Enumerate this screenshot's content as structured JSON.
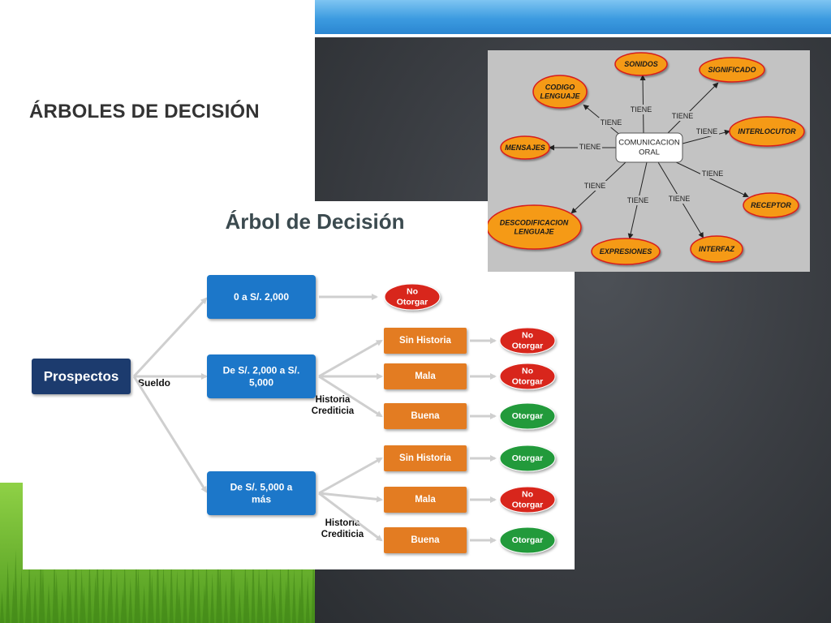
{
  "slide": {
    "title": "ÁRBOLES DE DECISIÓN"
  },
  "decision_tree": {
    "title": "Árbol de Decisión",
    "root": "Prospectos",
    "level1_edge_label": "Sueldo",
    "ranges": [
      [
        "0 a S/. 2,000"
      ],
      [
        "De S/. 2,000 a S/.",
        "5,000"
      ],
      [
        "De S/. 5,000 a",
        "más"
      ]
    ],
    "history_edge_label": [
      "Historia",
      "Crediticia"
    ],
    "history_options": [
      "Sin Historia",
      "Mala",
      "Buena"
    ],
    "outcome_no": [
      "No",
      "Otorgar"
    ],
    "outcome_yes": "Otorgar",
    "colors": {
      "root": "#1f3a6e",
      "range": "#1a77c9",
      "history": "#e37b22",
      "no": "#d8261e",
      "yes": "#239a3b",
      "arrow": "#cfcfcf"
    }
  },
  "concept_map": {
    "center": [
      "COMUNICACION",
      "ORAL"
    ],
    "relation": "TIENE",
    "nodes": [
      [
        "SONIDOS"
      ],
      [
        "SIGNIFICADO"
      ],
      [
        "CODIGO",
        "LENGUAJE"
      ],
      [
        "INTERLOCUTOR"
      ],
      [
        "MENSAJES"
      ],
      [
        "RECEPTOR"
      ],
      [
        "DESCODIFICACION",
        "LENGUAJE"
      ],
      [
        "EXPRESIONES"
      ],
      [
        "INTERFAZ"
      ]
    ],
    "colors": {
      "node": "#f59a12",
      "node_border": "#d71e1e",
      "background": "#c3c3c3"
    }
  }
}
